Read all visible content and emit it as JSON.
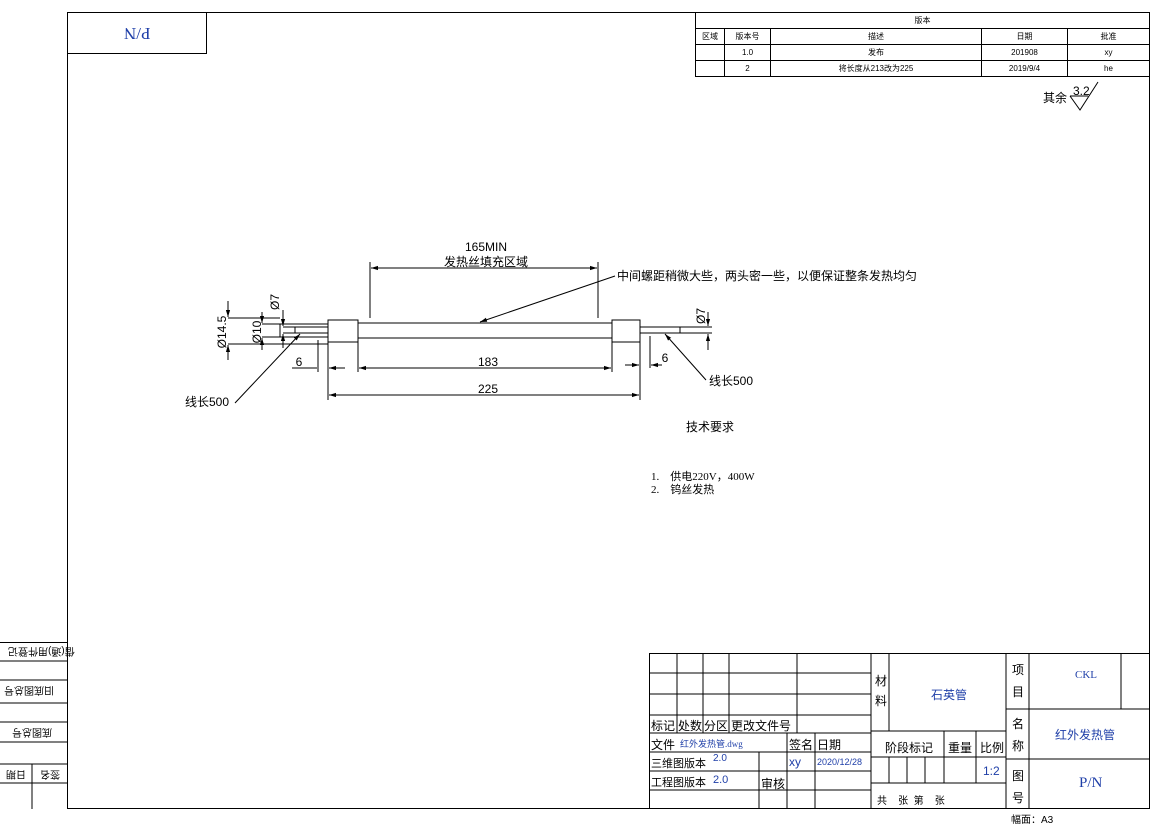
{
  "pn_box": {
    "text": "P/N"
  },
  "revision": {
    "title": "版本",
    "headers": [
      "区域",
      "版本号",
      "描述",
      "日期",
      "批准"
    ],
    "rows": [
      {
        "zone": "",
        "version": "1.0",
        "desc": "发布",
        "date": "201908",
        "approve": "xy"
      },
      {
        "zone": "",
        "version": "2",
        "desc": "将长度从213改为225",
        "date": "2019/9/4",
        "approve": "he"
      }
    ]
  },
  "roughness": {
    "label": "其余",
    "value": "3.2"
  },
  "dimensions": {
    "d165": "165MIN",
    "fill_zone": "发热丝填充区域",
    "note_arrow": "中间螺距稍微大些，两头密一些，以便保证整条发热均匀",
    "dia145": "Ø14.5",
    "dia10": "Ø10",
    "dia7_left": "Ø7",
    "dia7_right": "Ø7",
    "d6_left": "6",
    "d6_right": "6",
    "d183": "183",
    "d225": "225",
    "wire_left": "线长500",
    "wire_right": "线长500"
  },
  "tech": {
    "title": "技术要求",
    "items": [
      "1.    供电220V，400W",
      "2.    钨丝发热"
    ]
  },
  "title_block": {
    "row_labels": [
      "标记",
      "处数",
      "分区",
      "更改文件号"
    ],
    "file_label": "文件",
    "file_name": "红外发热管.dwg",
    "sign_label": "签名",
    "date_label": "日期",
    "draw_version_label": "三维图版本",
    "draw_version": "2.0",
    "draw_version2_label": "工程图版本",
    "draw_version2": "2.0",
    "signer": "xy",
    "sign_date": "2020/12/28",
    "review_label": "审核",
    "material_label": "材料",
    "material": "石英管",
    "stage_label": "阶段标记",
    "weight_label": "重量",
    "scale_label": "比例",
    "scale": "1:2",
    "sheet_text": "共    张  第    张",
    "project_label": "项目",
    "project": "CKL",
    "name_label": "名称",
    "name": "红外发热管",
    "figure_label": "图号",
    "figure": "P/N",
    "format": "幅面：A3"
  },
  "side_block": {
    "labels": [
      "借(通)用件登记",
      "旧底图总号",
      "底图总号",
      "日期",
      "签名"
    ]
  }
}
